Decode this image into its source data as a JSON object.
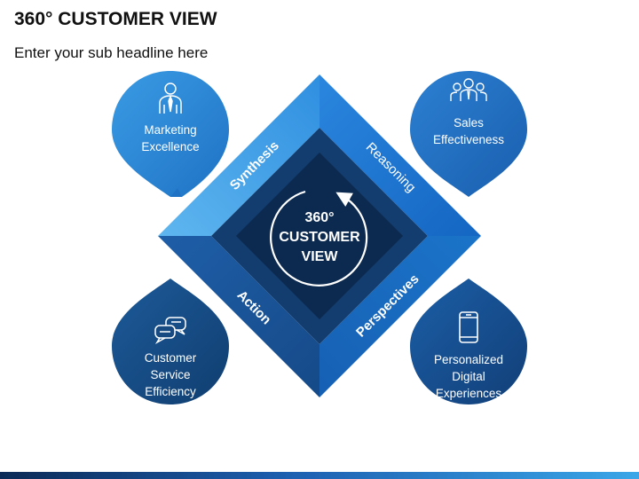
{
  "title": "360° CUSTOMER VIEW",
  "subtitle": "Enter your sub headline here",
  "center": {
    "line1": "360°",
    "line2": "CUSTOMER",
    "line3": "VIEW"
  },
  "sides": {
    "top_left": "Synthesis",
    "top_right": "Reasoning",
    "bottom_left": "Action",
    "bottom_right": "Perspectives"
  },
  "drops": {
    "top_left": {
      "line1": "Marketing",
      "line2": "Excellence",
      "icon": "businessman-icon"
    },
    "top_right": {
      "line1": "Sales",
      "line2": "Effectiveness",
      "icon": "team-icon"
    },
    "bottom_left": {
      "line1": "Customer",
      "line2": "Service",
      "line3": "Efficiency",
      "icon": "chat-bubbles-icon"
    },
    "bottom_right": {
      "line1": "Personalized",
      "line2": "Digital",
      "line3": "Experiences",
      "icon": "smartphone-icon"
    }
  },
  "colors": {
    "light_blue": "#3d9ee6",
    "mid_blue": "#1c6fc6",
    "dark_blue": "#1b4e8c",
    "navy": "#0f2f57",
    "deep_navy": "#0a2446"
  }
}
